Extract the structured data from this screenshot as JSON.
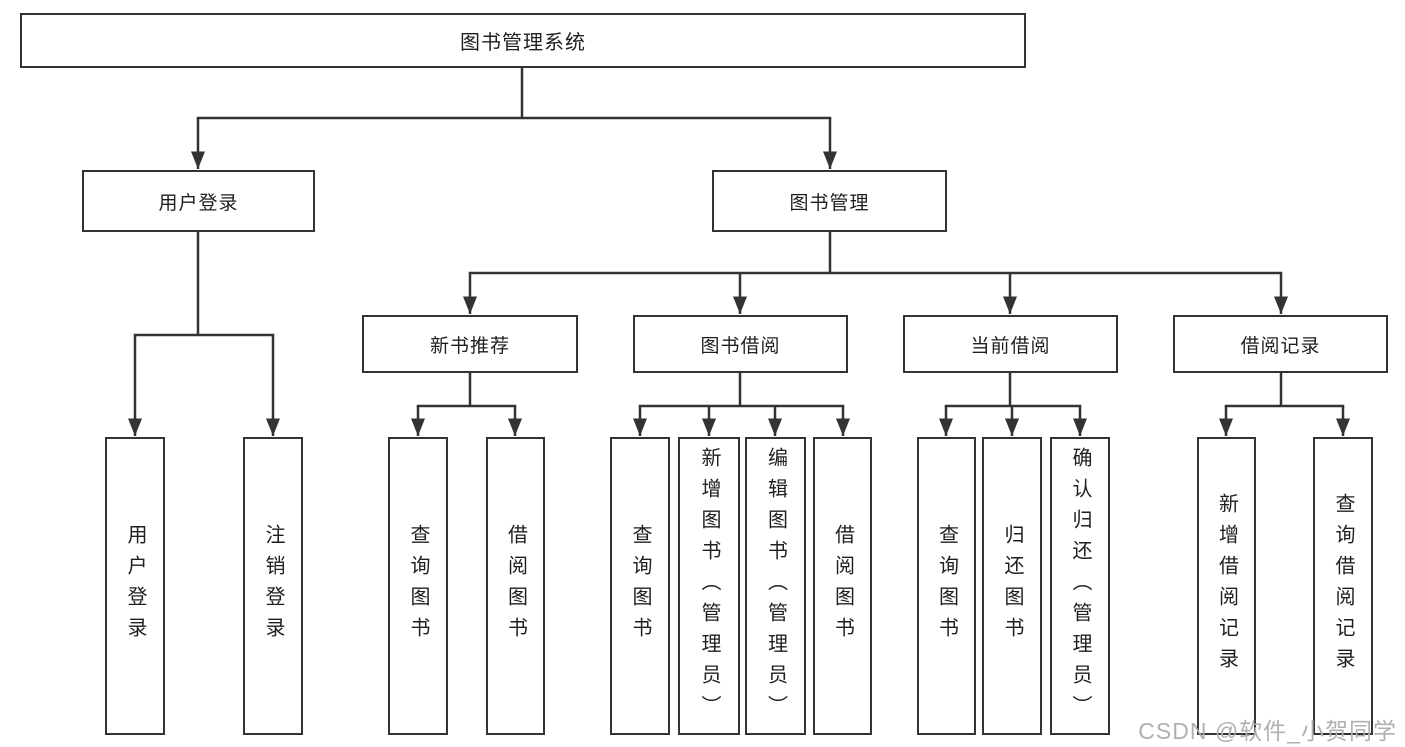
{
  "tree": {
    "label": "图书管理系统",
    "children": [
      {
        "label": "用户登录",
        "children": [
          {
            "label": "用户登录"
          },
          {
            "label": "注销登录"
          }
        ]
      },
      {
        "label": "图书管理",
        "children": [
          {
            "label": "新书推荐",
            "children": [
              {
                "label": "查询图书"
              },
              {
                "label": "借阅图书"
              }
            ]
          },
          {
            "label": "图书借阅",
            "children": [
              {
                "label": "查询图书"
              },
              {
                "label": "新增图书（管理员）"
              },
              {
                "label": "编辑图书（管理员）"
              },
              {
                "label": "借阅图书"
              }
            ]
          },
          {
            "label": "当前借阅",
            "children": [
              {
                "label": "查询图书"
              },
              {
                "label": "归还图书"
              },
              {
                "label": "确认归还（管理员）"
              }
            ]
          },
          {
            "label": "借阅记录",
            "children": [
              {
                "label": "新增借阅记录"
              },
              {
                "label": "查询借阅记录"
              }
            ]
          }
        ]
      }
    ]
  },
  "watermark": {
    "text": "CSDN @软件_小贺同学"
  },
  "colors": {
    "line": "#333333",
    "text": "#1f1f1f",
    "watermark": "#b0b0b0",
    "background": "#ffffff"
  }
}
